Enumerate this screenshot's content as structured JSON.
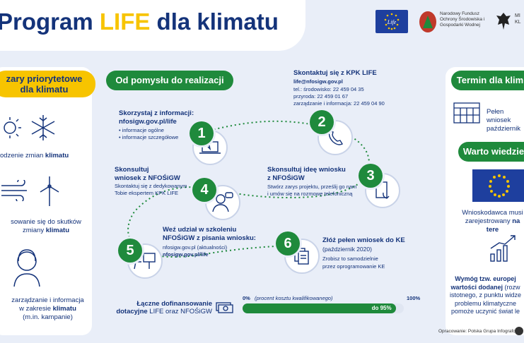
{
  "header": {
    "title_prefix": "Program ",
    "title_accent": "LIFE",
    "title_suffix": " dla klimatu",
    "nf_logo_text": "Narodowy Fundusz Ochrony Środowiska i Gospodarki Wodnej",
    "ministry_text": "MI\nKL"
  },
  "left": {
    "heading": "zary priorytetowe\ndla klimatu",
    "items": [
      {
        "text_pre": "odzenie zmian ",
        "text_bold": "klimatu",
        "text_post": ""
      },
      {
        "text_pre": "sowanie się do skutków\nzmiany ",
        "text_bold": "klimatu",
        "text_post": ""
      },
      {
        "text_pre": "zarządzanie i informacja\nw zakresie ",
        "text_bold": "klimatu",
        "text_post": "\n(m.in. kampanie)"
      }
    ]
  },
  "center": {
    "heading": "Od pomysłu do realizacji",
    "steps": [
      {
        "num": "1",
        "title": "Skorzystaj z informacji:",
        "line1": "nfosigw.gov.pl/life",
        "bullets": [
          "• informacje ogólne",
          "• informacje szczegółowe"
        ]
      },
      {
        "num": "2",
        "title": "Skontaktuj się z KPK LIFE",
        "line1": "life@nfosigw.gov.pl",
        "bullets": [
          "tel.: środowisko: 22 459 04 35",
          "przyroda: 22 459 01 67",
          "zarządzanie i informacja: 22 459 04 90"
        ]
      },
      {
        "num": "3",
        "title": "Skonsultuj ideę wniosku\nz NFOŚiGW",
        "line1": "",
        "bullets": [
          "Stwórz zarys projektu, prześlij go nam",
          "i umów się na rozmowę telefoniczną"
        ]
      },
      {
        "num": "4",
        "title": "Skonsultuj\nwniosek z NFOŚiGW",
        "line1": "",
        "bullets": [
          "Skontaktuj się z dedykowanym",
          "Tobie ekspertem KPK LIFE"
        ]
      },
      {
        "num": "5",
        "title": "Weź udział w szkoleniu\nNFOŚiGW z pisania wniosku:",
        "line1": "",
        "bullets": [
          "nfosigw.gov.pl (aktualności)",
          "nfosigw.gov.pl/life"
        ]
      },
      {
        "num": "6",
        "title": "Złóż pełen wniosek do KE",
        "line1": "(październik 2020)",
        "bullets": [
          "Zrobisz to samodzielnie",
          "przez oprogramowanie KE"
        ]
      }
    ],
    "funding_label_bold": "Łączne dofinansowanie\ndotacyjne",
    "funding_label_rest": " LIFE oraz NFOŚiGW",
    "progress_start": "0%",
    "progress_note": "(procent kosztu kwalifikowanego)",
    "progress_end": "100%",
    "progress_value_label": "do 95%",
    "progress_fraction": 0.95
  },
  "right": {
    "deadline_heading": "Termin dla klim",
    "deadline_text": "Pełen wniosek\npaździernik",
    "worth_heading": "Warto wiedzie",
    "registered_text_pre": "Wnioskodawca musi\nzarejestrowany ",
    "registered_text_bold": "na tere",
    "added_value_bold": "Wymóg tzw. europej\nwartości dodanej",
    "added_value_rest": " (rozw\nistotnego, z punktu widze\nproblemu klimatyczne\npomoże uczynić świat le"
  },
  "footer": {
    "credit": "Opracowanie: Polska Grupa Infografczna"
  },
  "colors": {
    "navy": "#14337a",
    "green": "#1f8a3c",
    "yellow": "#f7c400",
    "background": "#e9eef8"
  }
}
